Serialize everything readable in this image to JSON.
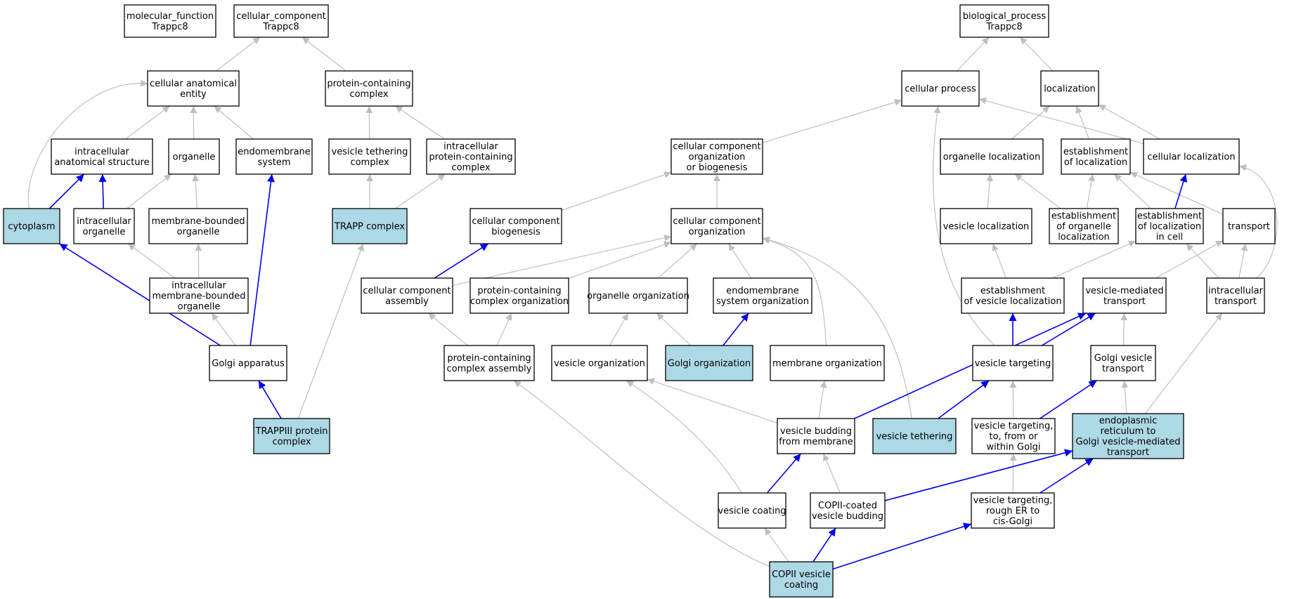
{
  "graph": {
    "colors": {
      "default_fill": "#ffffff",
      "highlight_fill": "#add8e6",
      "gray_edge": "#bfbfbf",
      "blue_edge": "#0000ee"
    },
    "nodes": [
      {
        "id": "mf",
        "lines": [
          "molecular_function",
          "Trappc8"
        ],
        "highlight": false
      },
      {
        "id": "cc",
        "lines": [
          "cellular_component",
          "Trappc8"
        ],
        "highlight": false
      },
      {
        "id": "bp",
        "lines": [
          "biological_process",
          "Trappc8"
        ],
        "highlight": false
      },
      {
        "id": "cae",
        "lines": [
          "cellular anatomical",
          "entity"
        ],
        "highlight": false
      },
      {
        "id": "pcc",
        "lines": [
          "protein-containing",
          "complex"
        ],
        "highlight": false
      },
      {
        "id": "cellproc",
        "lines": [
          "cellular process"
        ],
        "highlight": false
      },
      {
        "id": "loc",
        "lines": [
          "localization"
        ],
        "highlight": false
      },
      {
        "id": "ias",
        "lines": [
          "intracellular",
          "anatomical structure"
        ],
        "highlight": false
      },
      {
        "id": "organelle",
        "lines": [
          "organelle"
        ],
        "highlight": false
      },
      {
        "id": "endosys",
        "lines": [
          "endomembrane",
          "system"
        ],
        "highlight": false
      },
      {
        "id": "vtc",
        "lines": [
          "vesicle tethering",
          "complex"
        ],
        "highlight": false
      },
      {
        "id": "ipcc",
        "lines": [
          "intracellular",
          "protein-containing",
          "complex"
        ],
        "highlight": false
      },
      {
        "id": "ccob",
        "lines": [
          "cellular component",
          "organization",
          "or biogenesis"
        ],
        "highlight": false
      },
      {
        "id": "orgloc",
        "lines": [
          "organelle localization"
        ],
        "highlight": false
      },
      {
        "id": "estloc",
        "lines": [
          "establishment",
          "of localization"
        ],
        "highlight": false
      },
      {
        "id": "cellloc",
        "lines": [
          "cellular localization"
        ],
        "highlight": false
      },
      {
        "id": "cytoplasm",
        "lines": [
          "cytoplasm"
        ],
        "highlight": true
      },
      {
        "id": "io",
        "lines": [
          "intracellular",
          "organelle"
        ],
        "highlight": false
      },
      {
        "id": "mbo",
        "lines": [
          "membrane-bounded",
          "organelle"
        ],
        "highlight": false
      },
      {
        "id": "trapp",
        "lines": [
          "TRAPP complex"
        ],
        "highlight": true
      },
      {
        "id": "ccbio",
        "lines": [
          "cellular component",
          "biogenesis"
        ],
        "highlight": false
      },
      {
        "id": "ccorg",
        "lines": [
          "cellular component",
          "organization"
        ],
        "highlight": false
      },
      {
        "id": "vesloc",
        "lines": [
          "vesicle localization"
        ],
        "highlight": false
      },
      {
        "id": "estorgloc",
        "lines": [
          "establishment",
          "of organelle",
          "localization"
        ],
        "highlight": false
      },
      {
        "id": "estlocincell",
        "lines": [
          "establishment",
          "of localization",
          "in cell"
        ],
        "highlight": false
      },
      {
        "id": "transport",
        "lines": [
          "transport"
        ],
        "highlight": false
      },
      {
        "id": "imbo",
        "lines": [
          "intracellular",
          "membrane-bounded",
          "organelle"
        ],
        "highlight": false
      },
      {
        "id": "cca",
        "lines": [
          "cellular component",
          "assembly"
        ],
        "highlight": false
      },
      {
        "id": "pcco",
        "lines": [
          "protein-containing",
          "complex organization"
        ],
        "highlight": false
      },
      {
        "id": "orgorg",
        "lines": [
          "organelle organization"
        ],
        "highlight": false
      },
      {
        "id": "endoorg",
        "lines": [
          "endomembrane",
          "system organization"
        ],
        "highlight": false
      },
      {
        "id": "estvesloc",
        "lines": [
          "establishment",
          "of vesicle localization"
        ],
        "highlight": false
      },
      {
        "id": "vmt",
        "lines": [
          "vesicle-mediated",
          "transport"
        ],
        "highlight": false
      },
      {
        "id": "ict",
        "lines": [
          "intracellular",
          "transport"
        ],
        "highlight": false
      },
      {
        "id": "golgi",
        "lines": [
          "Golgi apparatus"
        ],
        "highlight": false
      },
      {
        "id": "pcca",
        "lines": [
          "protein-containing",
          "complex assembly"
        ],
        "highlight": false
      },
      {
        "id": "vesorg",
        "lines": [
          "vesicle organization"
        ],
        "highlight": false
      },
      {
        "id": "golgiorg",
        "lines": [
          "Golgi organization"
        ],
        "highlight": true
      },
      {
        "id": "memorg",
        "lines": [
          "membrane organization"
        ],
        "highlight": false
      },
      {
        "id": "vestarg",
        "lines": [
          "vesicle targeting"
        ],
        "highlight": false
      },
      {
        "id": "golgives",
        "lines": [
          "Golgi vesicle",
          "transport"
        ],
        "highlight": false
      },
      {
        "id": "trappiii",
        "lines": [
          "TRAPPIII protein",
          "complex"
        ],
        "highlight": true
      },
      {
        "id": "vbfm",
        "lines": [
          "vesicle budding",
          "from membrane"
        ],
        "highlight": false
      },
      {
        "id": "vesteth",
        "lines": [
          "vesicle tethering"
        ],
        "highlight": true
      },
      {
        "id": "vtgolgi",
        "lines": [
          "vesicle targeting,",
          "to, from or",
          "within Golgi"
        ],
        "highlight": false
      },
      {
        "id": "ergolgi",
        "lines": [
          "endoplasmic",
          "reticulum to",
          "Golgi vesicle-mediated",
          "transport"
        ],
        "highlight": true
      },
      {
        "id": "vescoat",
        "lines": [
          "vesicle coating"
        ],
        "highlight": false
      },
      {
        "id": "copiibud",
        "lines": [
          "COPII-coated",
          "vesicle budding"
        ],
        "highlight": false
      },
      {
        "id": "vtrougher",
        "lines": [
          "vesicle targeting,",
          "rough ER to",
          "cis-Golgi"
        ],
        "highlight": false
      },
      {
        "id": "copiicoat",
        "lines": [
          "COPII vesicle",
          "coating"
        ],
        "highlight": true
      }
    ],
    "edges": [
      {
        "from": "cae",
        "to": "cc",
        "color": "gray"
      },
      {
        "from": "pcc",
        "to": "cc",
        "color": "gray"
      },
      {
        "from": "cellproc",
        "to": "bp",
        "color": "gray"
      },
      {
        "from": "loc",
        "to": "bp",
        "color": "gray"
      },
      {
        "from": "ias",
        "to": "cae",
        "color": "gray"
      },
      {
        "from": "organelle",
        "to": "cae",
        "color": "gray"
      },
      {
        "from": "endosys",
        "to": "cae",
        "color": "gray"
      },
      {
        "from": "cytoplasm",
        "to": "cae",
        "color": "gray"
      },
      {
        "from": "vtc",
        "to": "pcc",
        "color": "gray"
      },
      {
        "from": "ipcc",
        "to": "pcc",
        "color": "gray"
      },
      {
        "from": "ccob",
        "to": "cellproc",
        "color": "gray"
      },
      {
        "from": "cellloc",
        "to": "cellproc",
        "color": "gray"
      },
      {
        "from": "vestarg",
        "to": "cellproc",
        "color": "gray"
      },
      {
        "from": "orgloc",
        "to": "loc",
        "color": "gray"
      },
      {
        "from": "estloc",
        "to": "loc",
        "color": "gray"
      },
      {
        "from": "cellloc",
        "to": "loc",
        "color": "gray"
      },
      {
        "from": "cytoplasm",
        "to": "ias",
        "color": "blue"
      },
      {
        "from": "io",
        "to": "ias",
        "color": "blue"
      },
      {
        "from": "io",
        "to": "organelle",
        "color": "gray"
      },
      {
        "from": "mbo",
        "to": "organelle",
        "color": "gray"
      },
      {
        "from": "golgi",
        "to": "endosys",
        "color": "blue"
      },
      {
        "from": "trapp",
        "to": "vtc",
        "color": "gray"
      },
      {
        "from": "trapp",
        "to": "ipcc",
        "color": "gray"
      },
      {
        "from": "ccbio",
        "to": "ccob",
        "color": "gray"
      },
      {
        "from": "ccorg",
        "to": "ccob",
        "color": "gray"
      },
      {
        "from": "vesloc",
        "to": "orgloc",
        "color": "gray"
      },
      {
        "from": "estorgloc",
        "to": "orgloc",
        "color": "gray"
      },
      {
        "from": "estorgloc",
        "to": "estloc",
        "color": "gray"
      },
      {
        "from": "estlocincell",
        "to": "estloc",
        "color": "gray"
      },
      {
        "from": "transport",
        "to": "estloc",
        "color": "gray"
      },
      {
        "from": "estlocincell",
        "to": "cellloc",
        "color": "blue"
      },
      {
        "from": "ict",
        "to": "cellloc",
        "color": "gray"
      },
      {
        "from": "imbo",
        "to": "io",
        "color": "gray"
      },
      {
        "from": "imbo",
        "to": "mbo",
        "color": "gray"
      },
      {
        "from": "golgi",
        "to": "cytoplasm",
        "color": "blue"
      },
      {
        "from": "golgi",
        "to": "imbo",
        "color": "gray"
      },
      {
        "from": "trappiii",
        "to": "trapp",
        "color": "gray"
      },
      {
        "from": "cca",
        "to": "ccbio",
        "color": "blue"
      },
      {
        "from": "cca",
        "to": "ccorg",
        "color": "gray"
      },
      {
        "from": "pcco",
        "to": "ccorg",
        "color": "gray"
      },
      {
        "from": "orgorg",
        "to": "ccorg",
        "color": "gray"
      },
      {
        "from": "endoorg",
        "to": "ccorg",
        "color": "gray"
      },
      {
        "from": "memorg",
        "to": "ccorg",
        "color": "gray"
      },
      {
        "from": "vesteth",
        "to": "ccorg",
        "color": "gray"
      },
      {
        "from": "estvesloc",
        "to": "vesloc",
        "color": "gray"
      },
      {
        "from": "estvesloc",
        "to": "estlocincell",
        "color": "gray"
      },
      {
        "from": "ict",
        "to": "estlocincell",
        "color": "gray"
      },
      {
        "from": "vmt",
        "to": "transport",
        "color": "gray"
      },
      {
        "from": "ict",
        "to": "transport",
        "color": "gray"
      },
      {
        "from": "trappiii",
        "to": "golgi",
        "color": "blue"
      },
      {
        "from": "pcca",
        "to": "cca",
        "color": "gray"
      },
      {
        "from": "pcca",
        "to": "pcco",
        "color": "gray"
      },
      {
        "from": "vesorg",
        "to": "orgorg",
        "color": "gray"
      },
      {
        "from": "golgiorg",
        "to": "orgorg",
        "color": "gray"
      },
      {
        "from": "golgiorg",
        "to": "endoorg",
        "color": "blue"
      },
      {
        "from": "vestarg",
        "to": "estvesloc",
        "color": "blue"
      },
      {
        "from": "vestarg",
        "to": "vmt",
        "color": "blue"
      },
      {
        "from": "vbfm",
        "to": "vmt",
        "color": "blue"
      },
      {
        "from": "golgives",
        "to": "vmt",
        "color": "gray"
      },
      {
        "from": "ergolgi",
        "to": "ict",
        "color": "gray"
      },
      {
        "from": "copiicoat",
        "to": "pcca",
        "color": "gray"
      },
      {
        "from": "vbfm",
        "to": "vesorg",
        "color": "gray"
      },
      {
        "from": "vescoat",
        "to": "vesorg",
        "color": "gray"
      },
      {
        "from": "vbfm",
        "to": "memorg",
        "color": "gray"
      },
      {
        "from": "vesteth",
        "to": "vestarg",
        "color": "blue"
      },
      {
        "from": "vtgolgi",
        "to": "vestarg",
        "color": "gray"
      },
      {
        "from": "vtgolgi",
        "to": "golgives",
        "color": "blue"
      },
      {
        "from": "ergolgi",
        "to": "golgives",
        "color": "gray"
      },
      {
        "from": "vescoat",
        "to": "vbfm",
        "color": "blue"
      },
      {
        "from": "copiibud",
        "to": "vbfm",
        "color": "gray"
      },
      {
        "from": "vtrougher",
        "to": "vtgolgi",
        "color": "gray"
      },
      {
        "from": "copiibud",
        "to": "ergolgi",
        "color": "blue"
      },
      {
        "from": "vtrougher",
        "to": "ergolgi",
        "color": "blue"
      },
      {
        "from": "copiicoat",
        "to": "vescoat",
        "color": "gray"
      },
      {
        "from": "copiicoat",
        "to": "copiibud",
        "color": "blue"
      },
      {
        "from": "copiicoat",
        "to": "vtrougher",
        "color": "blue"
      }
    ]
  }
}
